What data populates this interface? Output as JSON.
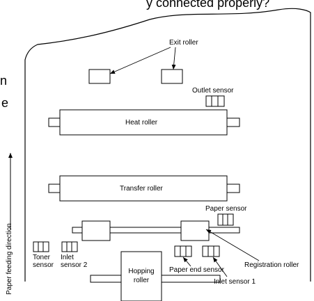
{
  "header_fragment": "y connected properly?",
  "side_fragment_1": "n",
  "side_fragment_2": "e",
  "labels": {
    "exit_roller": "Exit roller",
    "outlet_sensor": "Outlet sensor",
    "heat_roller": "Heat roller",
    "transfer_roller": "Transfer roller",
    "paper_sensor": "Paper sensor",
    "registration_roller": "Registration roller",
    "paper_end_sensor": "Paper end sensor",
    "inlet_sensor_1": "Inlet sensor 1",
    "toner_sensor_line1": "Toner",
    "toner_sensor_line2": "sensor",
    "inlet_sensor_2_line1": "Inlet",
    "inlet_sensor_2_line2": "sensor 2",
    "hopping_roller_line1": "Hopping",
    "hopping_roller_line2": "roller",
    "paper_feeding_direction": "Paper feeding direction"
  }
}
